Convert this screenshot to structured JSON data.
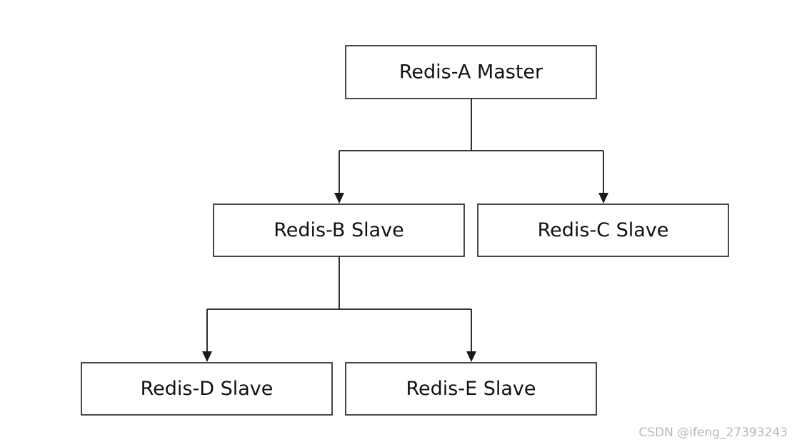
{
  "nodes": {
    "redis_a": {
      "label": "Redis-A Master"
    },
    "redis_b": {
      "label": "Redis-B Slave"
    },
    "redis_c": {
      "label": "Redis-C Slave"
    },
    "redis_d": {
      "label": "Redis-D Slave"
    },
    "redis_e": {
      "label": "Redis-E Slave"
    }
  },
  "edges": [
    {
      "from": "redis_a",
      "to": "redis_b"
    },
    {
      "from": "redis_a",
      "to": "redis_c"
    },
    {
      "from": "redis_b",
      "to": "redis_d"
    },
    {
      "from": "redis_b",
      "to": "redis_e"
    }
  ],
  "watermark": {
    "text": "CSDN @ifeng_27393243"
  }
}
